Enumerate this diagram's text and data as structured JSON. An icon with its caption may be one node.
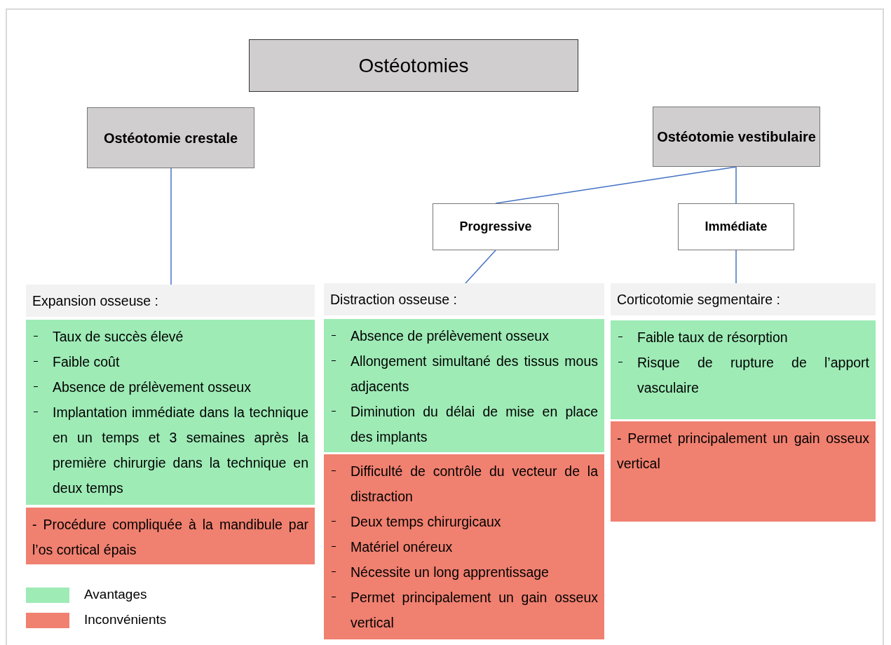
{
  "diagram": {
    "nodes": [
      {
        "text": [
          "Ostéotomies"
        ]
      },
      {
        "text": [
          "Ostéotomie crestale"
        ]
      },
      {
        "text": [
          "Ostéotomie vestibulaire"
        ]
      },
      {
        "text": [
          "Progressive"
        ]
      },
      {
        "text": [
          "Immédiate"
        ]
      },
      {
        "text": [
          "Expansion osseuse :"
        ]
      },
      {
        "text": [
          "Taux de succès élevé",
          "Faible coût",
          "Absence de prélèvement osseux",
          "Implantation immédiate dans la technique en un temps et 3 semaines après la première chirurgie dans la technique en deux temps"
        ]
      },
      {
        "text": [
          "- Procédure compliquée à la mandibule par l’os cortical épais"
        ]
      },
      {
        "text": [
          "Distraction osseuse :"
        ]
      },
      {
        "text": [
          "Absence de prélèvement osseux",
          "Allongement simultané des tissus mous adjacents",
          "Diminution du délai de mise en place des implants"
        ]
      },
      {
        "text": [
          "Difficulté de contrôle du vecteur de la distraction",
          "Deux temps chirurgicaux",
          "Matériel onéreux",
          "Nécessite un long apprentissage",
          "Permet principalement un gain osseux vertical"
        ]
      },
      {
        "text": [
          "Corticotomie segmentaire :"
        ]
      },
      {
        "text": [
          "Faible taux de résorption",
          "Risque de rupture de l’apport vasculaire"
        ]
      },
      {
        "text": [
          "- Permet principalement un gain osseux vertical"
        ]
      }
    ],
    "edges": [
      {
        "from": 1,
        "to": 5,
        "arrow": "none"
      },
      {
        "from": 2,
        "to": 3,
        "arrow": "none"
      },
      {
        "from": 2,
        "to": 4,
        "arrow": "none"
      },
      {
        "from": 3,
        "to": 8,
        "arrow": "none"
      },
      {
        "from": 4,
        "to": 11,
        "arrow": "none"
      }
    ],
    "legend": [
      {
        "text": "Avantages",
        "color": "#9eebb6"
      },
      {
        "text": "Inconvénients",
        "color": "#f08070"
      }
    ]
  }
}
